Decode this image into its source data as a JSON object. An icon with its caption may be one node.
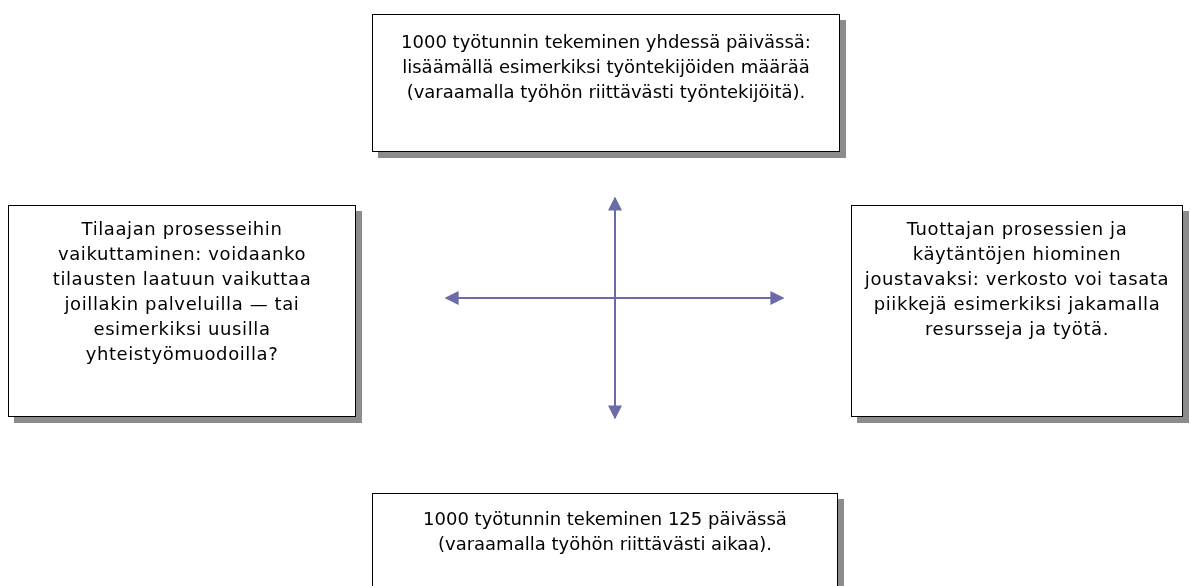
{
  "diagram": {
    "nodes": [
      {
        "text": [
          "1000 työtunnin tekeminen yhdessä päivässä: lisäämällä esimerkiksi työntekijöiden määrää (varaamalla työhön riittävästi työntekijöitä)."
        ]
      },
      {
        "text": [
          "Tilaajan prosesseihin vaikuttaminen: voidaanko tilausten laatuun vaikuttaa joillakin palveluilla — tai esimerkiksi uusilla yhteistyömuodoilla?"
        ]
      },
      {
        "text": [
          "Tuottajan prosessien ja käytäntöjen hiominen joustavaksi: verkosto voi tasata piikkejä esimerkiksi jakamalla resursseja ja työtä."
        ]
      },
      {
        "text": [
          "1000 työtunnin tekeminen 125 päivässä (varaamalla työhön riittävästi aikaa)."
        ]
      }
    ]
  }
}
